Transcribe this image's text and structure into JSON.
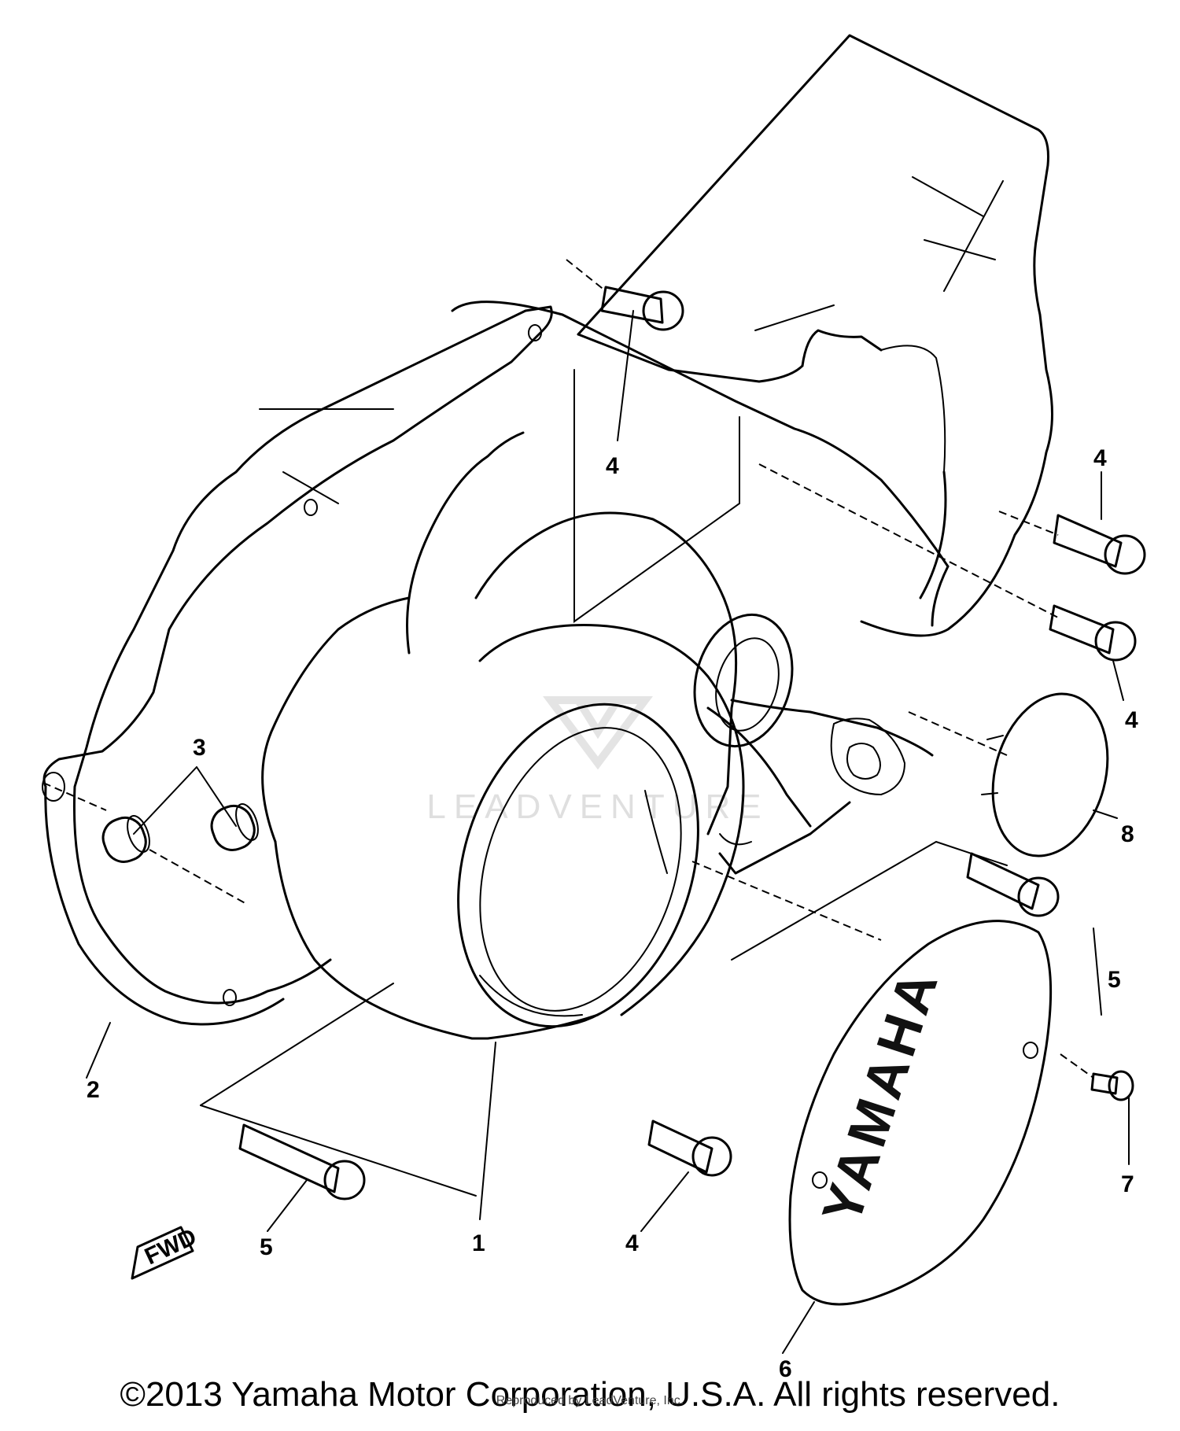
{
  "callouts": [
    {
      "id": "c1",
      "label": "1"
    },
    {
      "id": "c2",
      "label": "2"
    },
    {
      "id": "c3",
      "label": "3"
    },
    {
      "id": "c4a",
      "label": "4"
    },
    {
      "id": "c4b",
      "label": "4"
    },
    {
      "id": "c4c",
      "label": "4"
    },
    {
      "id": "c4d",
      "label": "4"
    },
    {
      "id": "c5a",
      "label": "5"
    },
    {
      "id": "c5b",
      "label": "5"
    },
    {
      "id": "c6",
      "label": "6"
    },
    {
      "id": "c7",
      "label": "7"
    },
    {
      "id": "c8",
      "label": "8"
    }
  ],
  "cover_brand": "YAMAHA",
  "fwd_label": "FWD",
  "watermark": "LEADVENTURE",
  "footer": {
    "copyright": "©2013 Yamaha Motor Corporation, U.S.A. All rights reserved.",
    "credit": "Reproduced by LeadVenture, Inc."
  }
}
